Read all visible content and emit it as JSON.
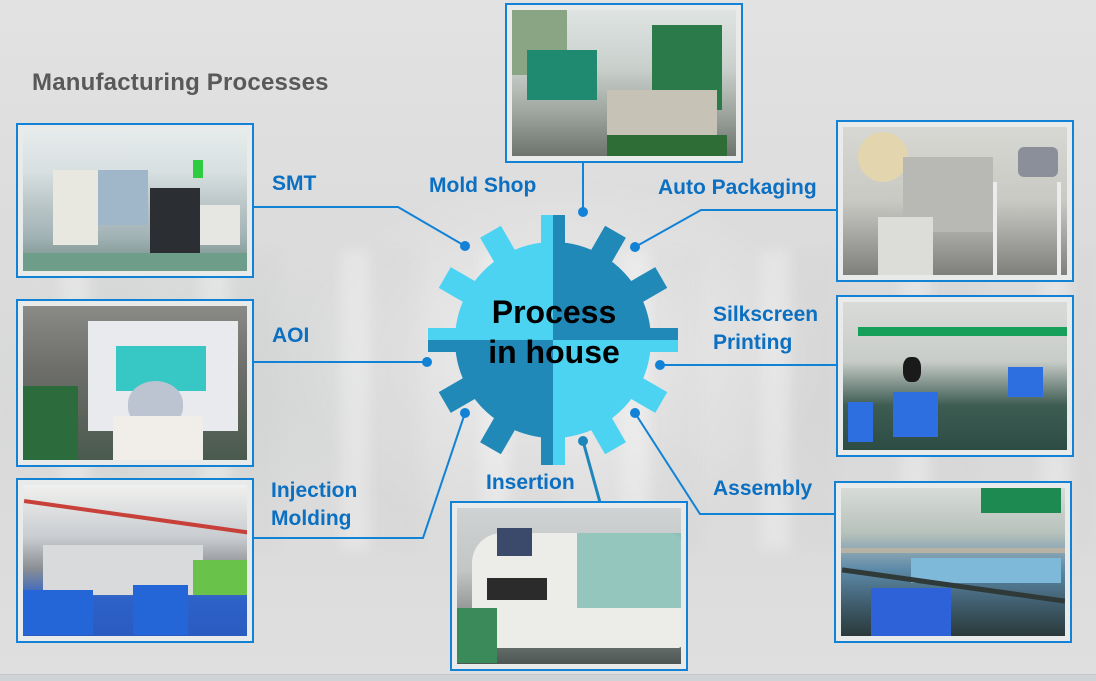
{
  "title": "Manufacturing Processes",
  "center": {
    "line1": "Process",
    "line2": "in house",
    "colors": {
      "light": "#4dd3f2",
      "dark": "#2089b8"
    }
  },
  "accent_color": "#1282d6",
  "label_color": "#0b6fc2",
  "processes": [
    {
      "id": "smt",
      "label": "SMT",
      "photo": "SMT production line with loaders and signal towers"
    },
    {
      "id": "mold-shop",
      "label": "Mold Shop",
      "photo": "Mold shop with EDM machines"
    },
    {
      "id": "auto-packaging",
      "label": "Auto Packaging",
      "photo": "Automatic packaging machine with film roll and vibratory feeder"
    },
    {
      "id": "aoi",
      "label": "AOI",
      "photo": "Operator at AOI inspection machine"
    },
    {
      "id": "silkscreen-printing",
      "label_line1": "Silkscreen",
      "label_line2": "Printing",
      "photo": "Silkscreen printing line with blue crates"
    },
    {
      "id": "injection-molding",
      "label_line1": "Injection",
      "label_line2": "Molding",
      "photo": "Injection molding machines with robot arms"
    },
    {
      "id": "insertion",
      "label": "Insertion",
      "photo": "Wave soldering machine"
    },
    {
      "id": "assembly",
      "label": "Assembly",
      "photo": "Assembly line with workers"
    }
  ]
}
